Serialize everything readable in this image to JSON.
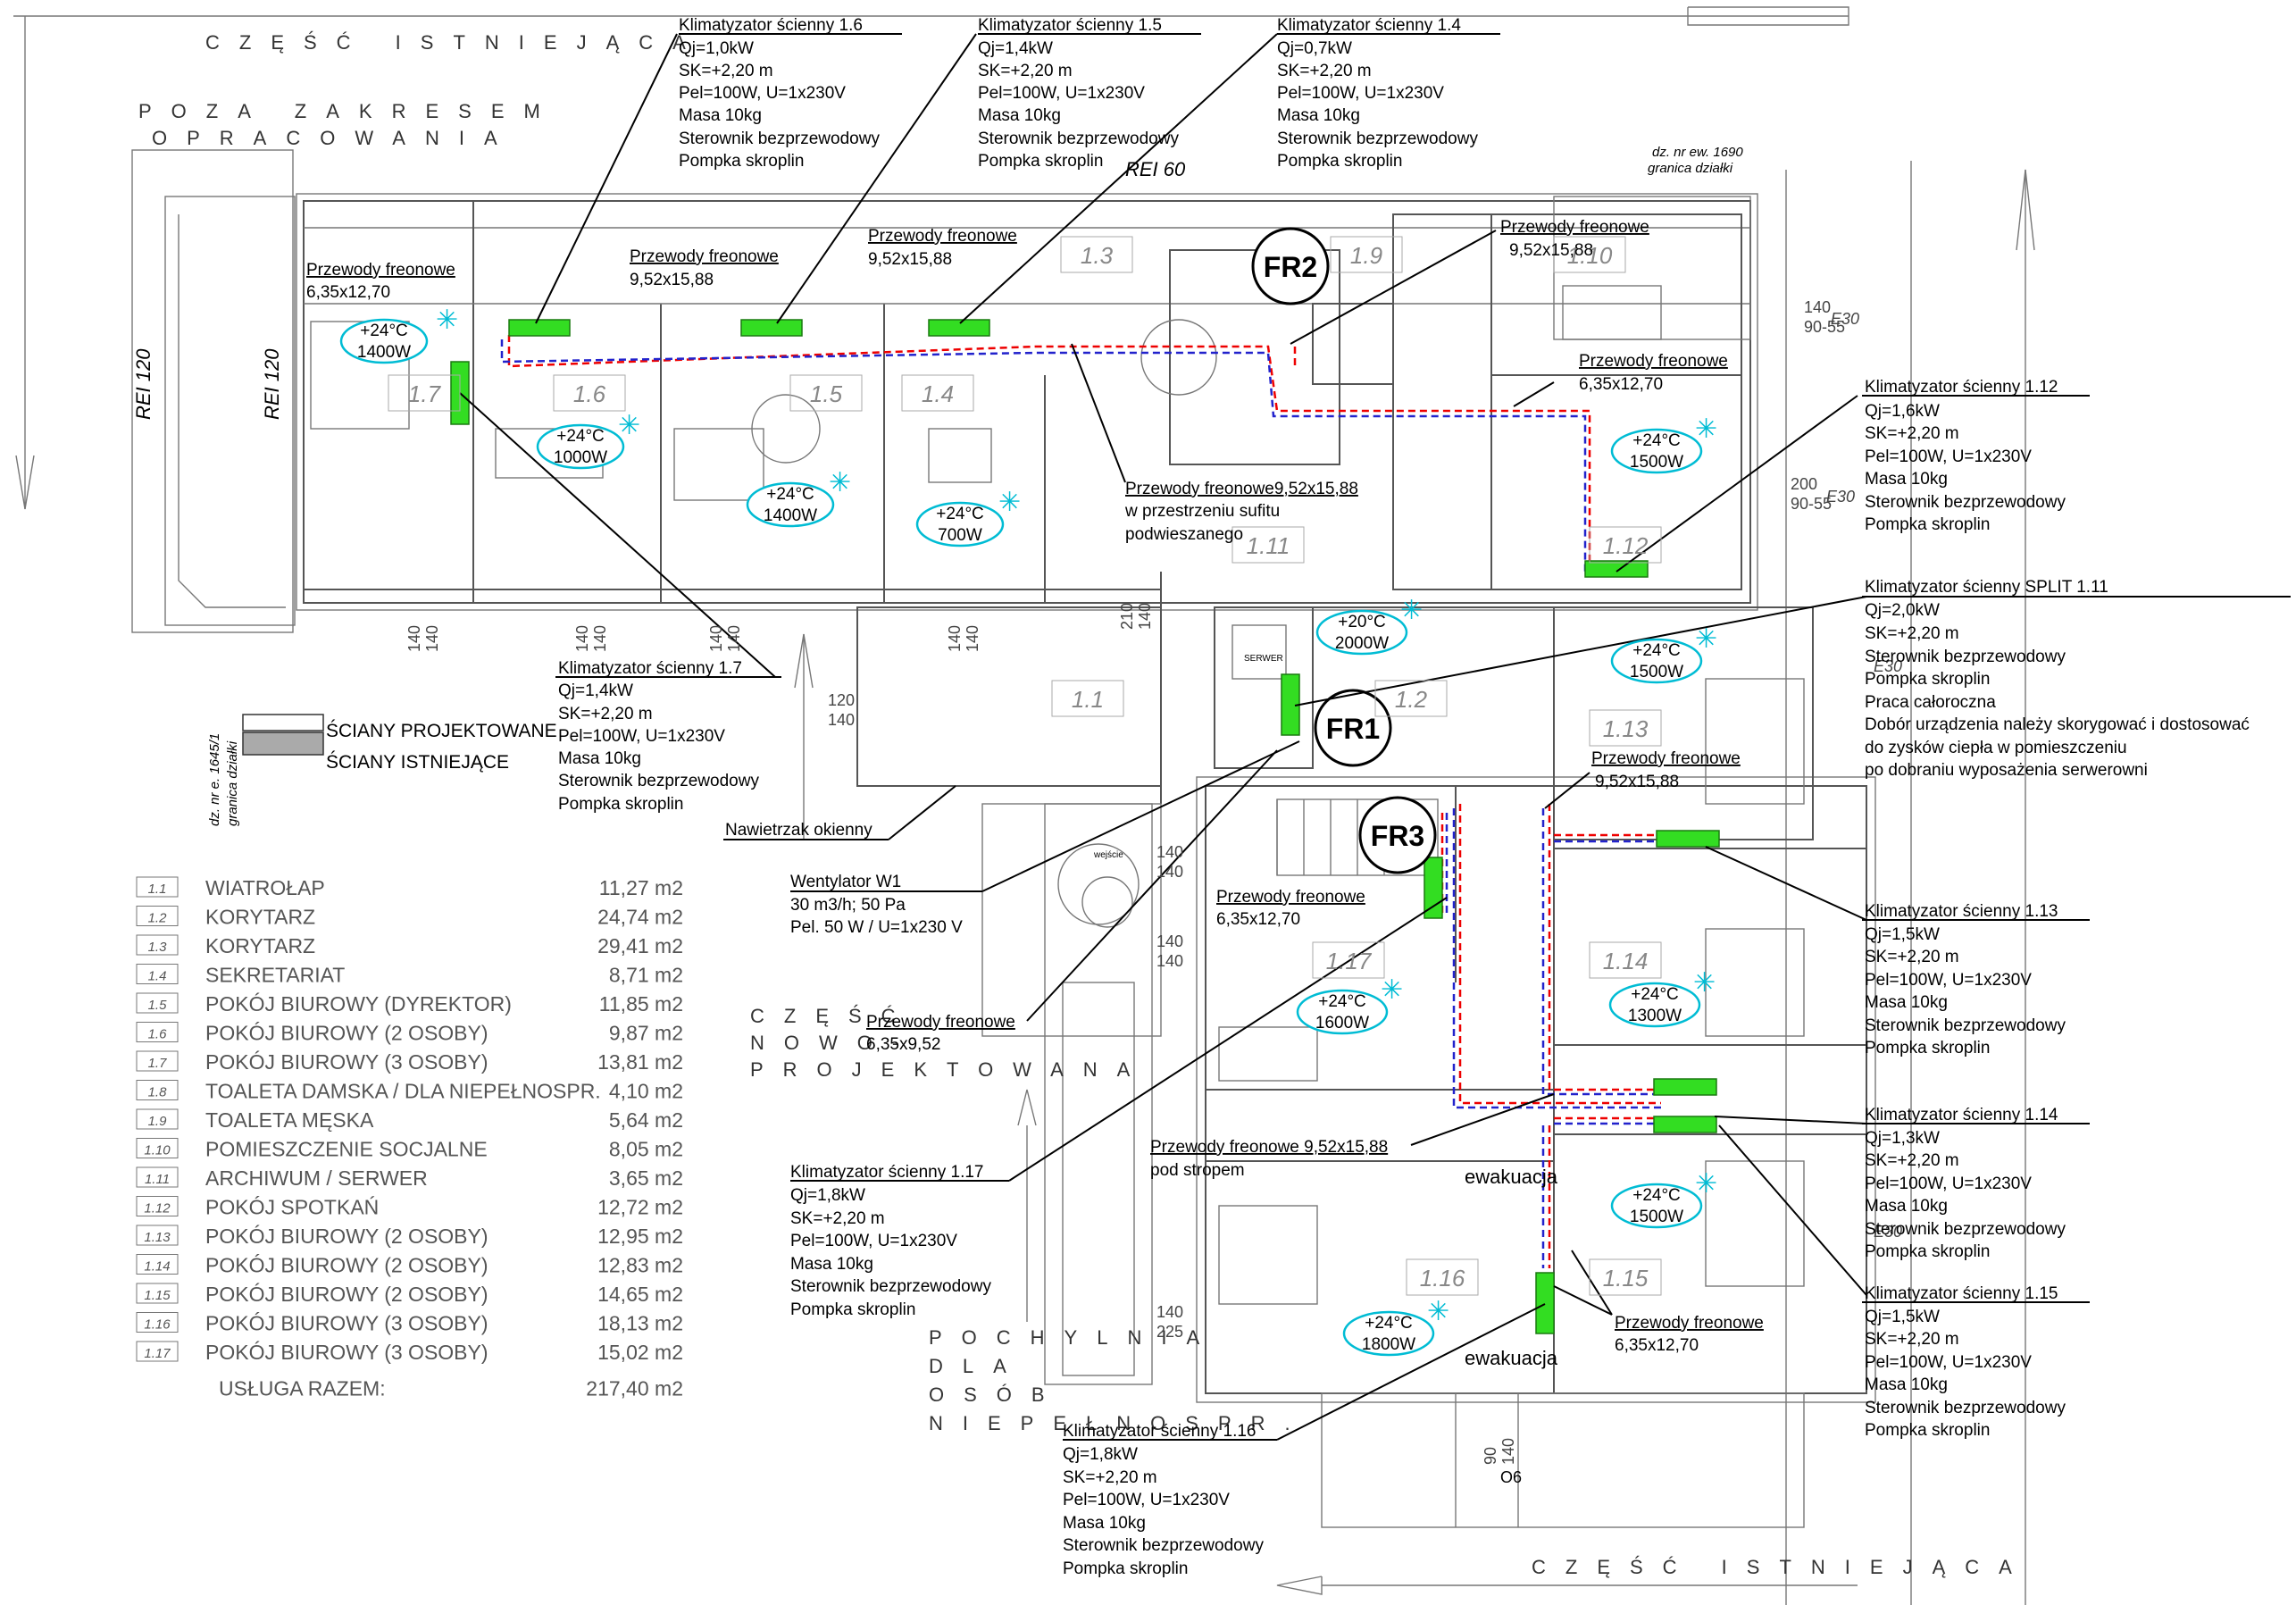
{
  "labels": {
    "existing_top": "CZĘŚĆ ISTNIEJĄCA",
    "existing_bottom": "CZĘŚĆ ISTNIEJĄCA",
    "outside_scope_1": "POZA ZAKRESEM",
    "outside_scope_2": "OPRACOWANIA",
    "new_part_1": "CZĘŚĆ",
    "new_part_2": "NOWO-",
    "new_part_3": "PROJEKTOWANA",
    "ramp_1": "POCHYLNIA",
    "ramp_2": "DLA",
    "ramp_3": "OSÓB",
    "ramp_4": "NIEPEŁNOSPR.",
    "walls_designed": "ŚCIANY PROJEKTOWANE",
    "walls_existing": "ŚCIANY ISTNIEJĄCE",
    "rei60": "REI 60",
    "rei120_a": "REI 120",
    "rei120_b": "REI 120",
    "parcel_right_1": "dz. nr ew. 1690",
    "parcel_right_2": "granica działki",
    "parcel_left_1": "dz. nr e. 1645/1",
    "parcel_left_2": "granica działki",
    "fr1": "FR1",
    "fr2": "FR2",
    "fr3": "FR3",
    "evac_1": "ewakuacja",
    "evac_2": "ewakuacja",
    "window_vent": "Nawietrzak okienny",
    "door_o6": "O6",
    "server": "SERWER",
    "entrance": "wejście"
  },
  "dims": [
    "140",
    "140",
    "140",
    "140",
    "140",
    "140",
    "140",
    "140",
    "120",
    "140",
    "140",
    "140",
    "140",
    "140",
    "140",
    "225",
    "90",
    "140",
    "140",
    "90-55",
    "200",
    "90-55",
    "210",
    "140"
  ],
  "fire_ratings": [
    "E30",
    "E30",
    "E30",
    "E30"
  ],
  "rooms": [
    "1.1",
    "1.2",
    "1.3",
    "1.4",
    "1.5",
    "1.6",
    "1.7",
    "1.9",
    "1.10",
    "1.11",
    "1.12",
    "1.13",
    "1.14",
    "1.15",
    "1.16",
    "1.17"
  ],
  "temps": [
    {
      "t": "+24°C",
      "p": "1400W"
    },
    {
      "t": "+24°C",
      "p": "1000W"
    },
    {
      "t": "+24°C",
      "p": "1400W"
    },
    {
      "t": "+24°C",
      "p": "700W"
    },
    {
      "t": "+24°C",
      "p": "1500W"
    },
    {
      "t": "+20°C",
      "p": "2000W"
    },
    {
      "t": "+24°C",
      "p": "1500W"
    },
    {
      "t": "+24°C",
      "p": "1600W"
    },
    {
      "t": "+24°C",
      "p": "1300W"
    },
    {
      "t": "+24°C",
      "p": "1500W"
    },
    {
      "t": "+24°C",
      "p": "1800W"
    }
  ],
  "units": {
    "u16": [
      "Klimatyzator ścienny 1.6",
      "Qj=1,0kW",
      "SK=+2,20 m",
      "Pel=100W, U=1x230V",
      "Masa 10kg",
      "Sterownik bezprzewodowy",
      "Pompka skroplin"
    ],
    "u15": [
      "Klimatyzator ścienny 1.5",
      "Qj=1,4kW",
      "SK=+2,20 m",
      "Pel=100W, U=1x230V",
      "Masa 10kg",
      "Sterownik bezprzewodowy",
      "Pompka skroplin"
    ],
    "u14": [
      "Klimatyzator ścienny 1.4",
      "Qj=0,7kW",
      "SK=+2,20 m",
      "Pel=100W, U=1x230V",
      "Masa 10kg",
      "Sterownik bezprzewodowy",
      "Pompka skroplin"
    ],
    "u17": [
      "Klimatyzator ścienny 1.7",
      "Qj=1,4kW",
      "SK=+2,20 m",
      "Pel=100W, U=1x230V",
      "Masa 10kg",
      "Sterownik bezprzewodowy",
      "Pompka skroplin"
    ],
    "u112": [
      "Klimatyzator ścienny 1.12",
      "Qj=1,6kW",
      "SK=+2,20 m",
      "Pel=100W, U=1x230V",
      "Masa 10kg",
      "Sterownik bezprzewodowy",
      "Pompka skroplin"
    ],
    "u111": [
      "Klimatyzator ścienny SPLIT 1.11",
      "Qj=2,0kW",
      "SK=+2,20 m",
      "Sterownik bezprzewodowy",
      "Pompka skroplin",
      "Praca całoroczna",
      "Dobór urządzenia należy skorygować i dostosować",
      "do zysków ciepła w pomieszczeniu",
      "po  dobraniu wyposażenia serwerowni"
    ],
    "u113": [
      "Klimatyzator ścienny 1.13",
      "Qj=1,5kW",
      "SK=+2,20 m",
      "Pel=100W, U=1x230V",
      "Masa 10kg",
      "Sterownik bezprzewodowy",
      "Pompka skroplin"
    ],
    "u114": [
      "Klimatyzator ścienny 1.14",
      "Qj=1,3kW",
      "SK=+2,20 m",
      "Pel=100W, U=1x230V",
      "Masa 10kg",
      "Sterownik bezprzewodowy",
      "Pompka skroplin"
    ],
    "u115": [
      "Klimatyzator ścienny 1.15",
      "Qj=1,5kW",
      "SK=+2,20 m",
      "Pel=100W, U=1x230V",
      "Masa 10kg",
      "Sterownik bezprzewodowy",
      "Pompka skroplin"
    ],
    "u116": [
      "Klimatyzator ścienny 1.16",
      "Qj=1,8kW",
      "SK=+2,20 m",
      "Pel=100W, U=1x230V",
      "Masa 10kg",
      "Sterownik bezprzewodowy",
      "Pompka skroplin"
    ],
    "u117": [
      "Klimatyzator ścienny 1.17",
      "Qj=1,8kW",
      "SK=+2,20 m",
      "Pel=100W, U=1x230V",
      "Masa 10kg",
      "Sterownik bezprzewodowy",
      "Pompka skroplin"
    ]
  },
  "ventilator": [
    "Wentylator W1",
    "30 m3/h; 50 Pa",
    "Pel. 50 W / U=1x230 V"
  ],
  "pipes": {
    "p1": [
      "Przewody freonowe",
      "6,35x12,70"
    ],
    "p2": [
      "Przewody freonowe",
      "9,52x15,88"
    ],
    "p3": [
      "Przewody freonowe",
      "9,52x15,88"
    ],
    "p4": [
      "Przewody freonowe",
      "9,52x15,88"
    ],
    "p5": [
      "Przewody freonowe",
      "6,35x12,70"
    ],
    "p6": [
      "Przewody freonowe9,52x15,88",
      "w przestrzeniu sufitu",
      "podwieszanego"
    ],
    "p7": [
      "Przewody freonowe",
      "9,52x15,88"
    ],
    "p8": [
      "Przewody freonowe",
      "6,35x12,70"
    ],
    "p9": [
      "Przewody freonowe",
      "6,35x9,52"
    ],
    "p10": [
      "Przewody freonowe 9,52x15,88",
      "pod stropem"
    ],
    "p11": [
      "Przewody freonowe",
      "6,35x12,70"
    ]
  },
  "legend": [
    {
      "num": "1.1",
      "name": "WIATROŁAP",
      "area": "11,27 m2"
    },
    {
      "num": "1.2",
      "name": "KORYTARZ",
      "area": "24,74 m2"
    },
    {
      "num": "1.3",
      "name": "KORYTARZ",
      "area": "29,41 m2"
    },
    {
      "num": "1.4",
      "name": "SEKRETARIAT",
      "area": "8,71 m2"
    },
    {
      "num": "1.5",
      "name": "POKÓJ BIUROWY (DYREKTOR)",
      "area": "11,85 m2"
    },
    {
      "num": "1.6",
      "name": "POKÓJ BIUROWY (2 OSOBY)",
      "area": "9,87 m2"
    },
    {
      "num": "1.7",
      "name": "POKÓJ BIUROWY (3 OSOBY)",
      "area": "13,81 m2"
    },
    {
      "num": "1.8",
      "name": "TOALETA DAMSKA / DLA NIEPEŁNOSPR.",
      "area": "4,10 m2"
    },
    {
      "num": "1.9",
      "name": "TOALETA MĘSKA",
      "area": "5,64 m2"
    },
    {
      "num": "1.10",
      "name": "POMIESZCZENIE SOCJALNE",
      "area": "8,05 m2"
    },
    {
      "num": "1.11",
      "name": "ARCHIWUM / SERWER",
      "area": "3,65 m2"
    },
    {
      "num": "1.12",
      "name": "POKÓJ SPOTKAŃ",
      "area": "12,72 m2"
    },
    {
      "num": "1.13",
      "name": "POKÓJ BIUROWY (2 OSOBY)",
      "area": "12,95 m2"
    },
    {
      "num": "1.14",
      "name": "POKÓJ BIUROWY (2 OSOBY)",
      "area": "12,83 m2"
    },
    {
      "num": "1.15",
      "name": "POKÓJ BIUROWY (2 OSOBY)",
      "area": "14,65 m2"
    },
    {
      "num": "1.16",
      "name": "POKÓJ BIUROWY (3 OSOBY)",
      "area": "18,13 m2"
    },
    {
      "num": "1.17",
      "name": "POKÓJ BIUROWY (3 OSOBY)",
      "area": "15,02 m2"
    }
  ],
  "total": {
    "label": "USŁUGA RAZEM:",
    "area": "217,40 m2"
  }
}
